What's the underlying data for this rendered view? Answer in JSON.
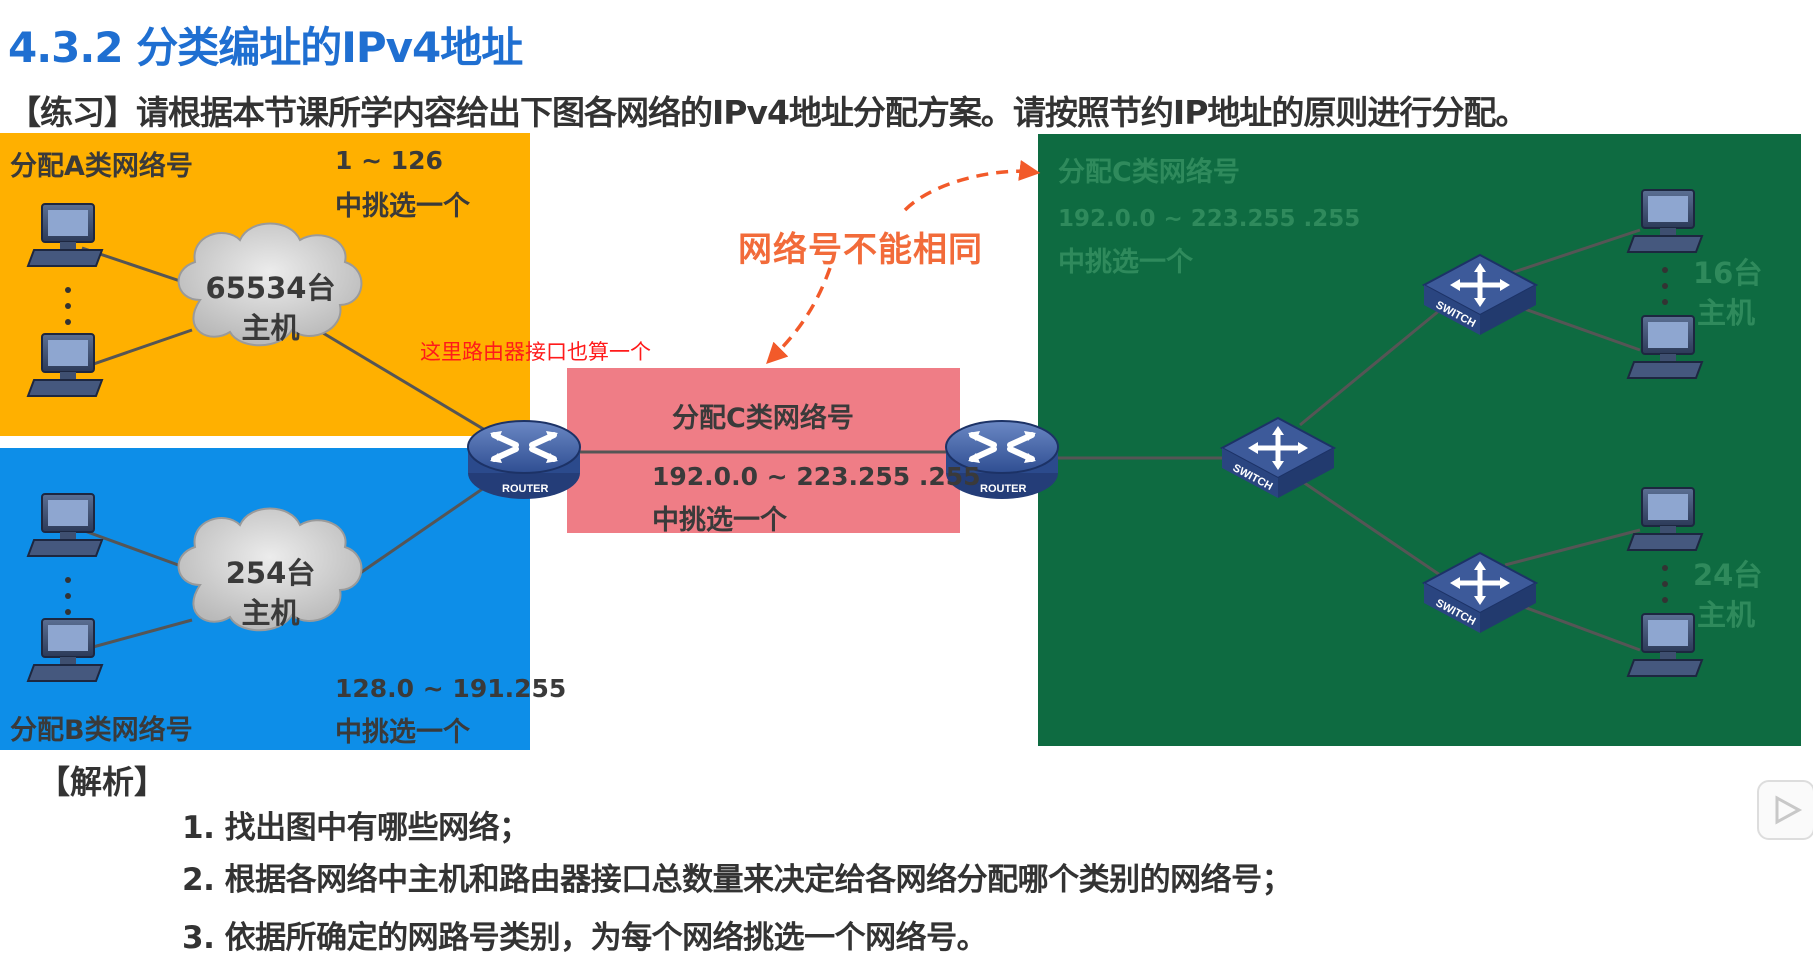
{
  "title": "4.3.2 分类编址的IPv4地址",
  "exercise": "【练习】请根据本节课所学内容给出下图各网络的IPv4地址分配方案。请按照节约IP地址的原则进行分配。",
  "regionA": {
    "label": "分配A类网络号",
    "range": "1 ~ 126",
    "pick": "中挑选一个",
    "cloud_line1": "65534台",
    "cloud_line2": "主机"
  },
  "regionB": {
    "label": "分配B类网络号",
    "range": "128.0 ~ 191.255",
    "pick": "中挑选一个",
    "cloud_line1": "254台",
    "cloud_line2": "主机"
  },
  "regionMiddle": {
    "label": "分配C类网络号",
    "range": "192.0.0 ~ 223.255 .255",
    "pick": "中挑选一个"
  },
  "regionC": {
    "label": "分配C类网络号",
    "range": "192.0.0 ~ 223.255 .255",
    "pick": "中挑选一个",
    "hosts_top_line1": "16台",
    "hosts_top_line2": "主机",
    "hosts_bottom_line1": "24台",
    "hosts_bottom_line2": "主机"
  },
  "router_note": "这里路由器接口也算一个",
  "warning": "网络号不能相同",
  "device_labels": {
    "router": "ROUTER",
    "switch": "SWITCH"
  },
  "analysis": {
    "heading": "【解析】",
    "steps": [
      "1. 找出图中有哪些网络；",
      "2. 根据各网络中主机和路由器接口总数量来决定给各网络分配哪个类别的网络号；",
      "3. 依据所确定的网路号类别，为每个网络挑选一个网络号。"
    ]
  },
  "colors": {
    "regionA": "#ffb000",
    "regionB": "#0d8ee8",
    "regionMiddle": "#ef7d86",
    "regionC": "#0e6b41",
    "title": "#1f6fd1",
    "warning": "#f26b3a",
    "note": "#ff1a1a"
  }
}
